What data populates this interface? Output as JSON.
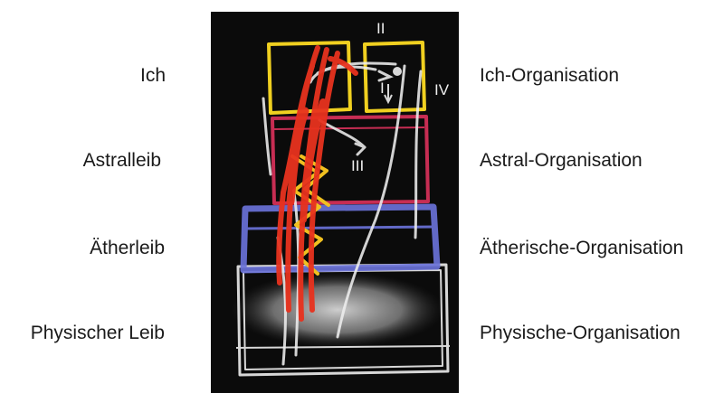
{
  "left_labels": {
    "ich": "Ich",
    "astralleib": "Astralleib",
    "aetherleib": "Ätherleib",
    "physischer_leib": "Physischer Leib"
  },
  "right_labels": {
    "ich_organisation": "Ich-Organisation",
    "astral_organisation": "Astral-Organisation",
    "aetherische_organisation": "Ätherische-Organisation",
    "physische_organisation": "Physische-Organisation"
  },
  "board": {
    "numerals": {
      "i": "I",
      "ii": "II",
      "iii": "III",
      "iv": "IV"
    },
    "colors": {
      "background": "#0b0b0b",
      "ich": "#f0d020",
      "astral": "#d8305a",
      "aether": "#6a72d8",
      "physical": "#eeeeee",
      "blood": "#e8321e"
    }
  }
}
